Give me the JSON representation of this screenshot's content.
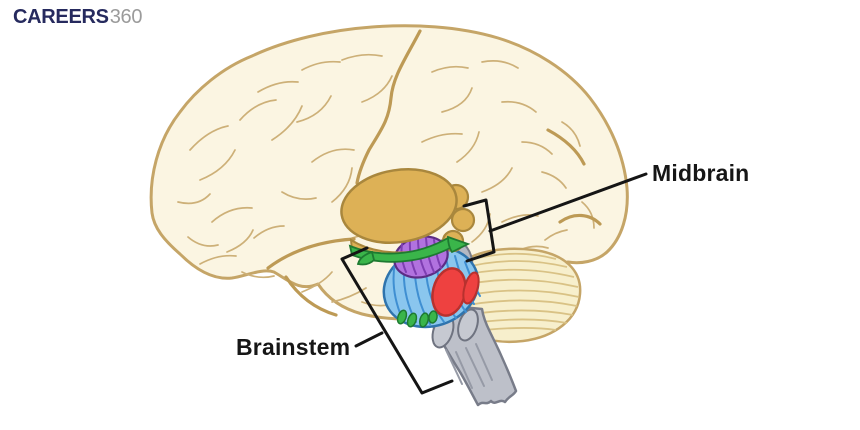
{
  "logo": {
    "brand": "CAREERS",
    "suffix": "360"
  },
  "diagram": {
    "subject": "human-brain-sagittal-view",
    "labels": {
      "midbrain": "Midbrain",
      "brainstem": "Brainstem"
    },
    "palette": {
      "cerebrum_fill": "#FBF5E2",
      "cerebrum_outline": "#C5A567",
      "sulci_line": "#CDB078",
      "deep_sulci_line": "#BD9A55",
      "cerebellum_fill": "#F7EFCC",
      "cerebellum_stripe": "#D9C285",
      "thalamus_gold": "#DDB156",
      "thalamus_outline": "#A9873D",
      "tectum_green": "#3AB54A",
      "green_outline": "#1E7A31",
      "midbrain_purple": "#B172DF",
      "purple_stripe": "#7E3EB2",
      "pons_blue": "#8AC6EE",
      "pons_stripe": "#3F8FD2",
      "pons_outline": "#2F74AD",
      "red_structure": "#EE4140",
      "medulla_gray": "#BDC0C9",
      "medulla_outline": "#787C89",
      "pointer_black": "#151515",
      "logo_navy": "#262A5E",
      "logo_gray": "#9B9B9B"
    }
  }
}
